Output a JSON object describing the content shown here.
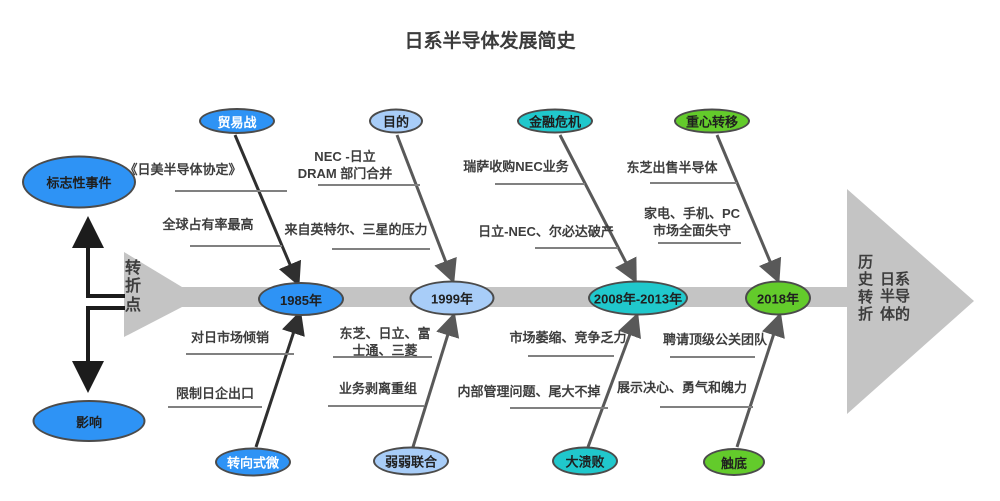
{
  "title": "日系半导体发展简史",
  "left_panel": {
    "pivot_label": "转折点",
    "event_oval": "标志性事件",
    "impact_oval": "影响"
  },
  "end_arrow": {
    "phrase_right_column": "日系半导体的",
    "phrase_left_column": "历史转折"
  },
  "branches": [
    {
      "year": "1985年",
      "top_category": "贸易战",
      "bottom_category": "转向式微",
      "top_items": [
        "《日美半导体协定》",
        "全球占有率最高"
      ],
      "bottom_items": [
        "对日市场倾销",
        "限制日企出口"
      ]
    },
    {
      "year": "1999年",
      "top_category": "目的",
      "bottom_category": "弱弱联合",
      "top_items": [
        "NEC -日立\nDRAM 部门合并",
        "来自英特尔、三星的压力"
      ],
      "bottom_items": [
        "东芝、日立、富\n士通、三菱",
        "业务剥离重组"
      ]
    },
    {
      "year": "2008年-2013年",
      "top_category": "金融危机",
      "bottom_category": "大溃败",
      "top_items": [
        "瑞萨收购NEC业务",
        "日立-NEC、尔必达破产"
      ],
      "bottom_items": [
        "市场萎缩、竞争乏力",
        "内部管理问题、尾大不掉"
      ]
    },
    {
      "year": "2018年",
      "top_category": "重心转移",
      "bottom_category": "触底",
      "top_items": [
        "东芝出售半导体",
        "家电、手机、PC\n市场全面失守"
      ],
      "bottom_items": [
        "聘请顶级公关团队",
        "展示决心、勇气和魄力"
      ]
    }
  ],
  "colors": {
    "blue": "#2E93F5",
    "light_blue": "#A8CDF8",
    "teal": "#20C8CC",
    "green": "#63CB2B",
    "spine_gray": "#C4C4C4",
    "bone_dark": "#2F2F2F",
    "bone_gray": "#595959",
    "line_gray": "#808080",
    "bracket_black": "#1C1C1C",
    "ink": "#1F1F1F",
    "label_ink": "#3D3D3D",
    "white_text": "#FFFFFF"
  }
}
